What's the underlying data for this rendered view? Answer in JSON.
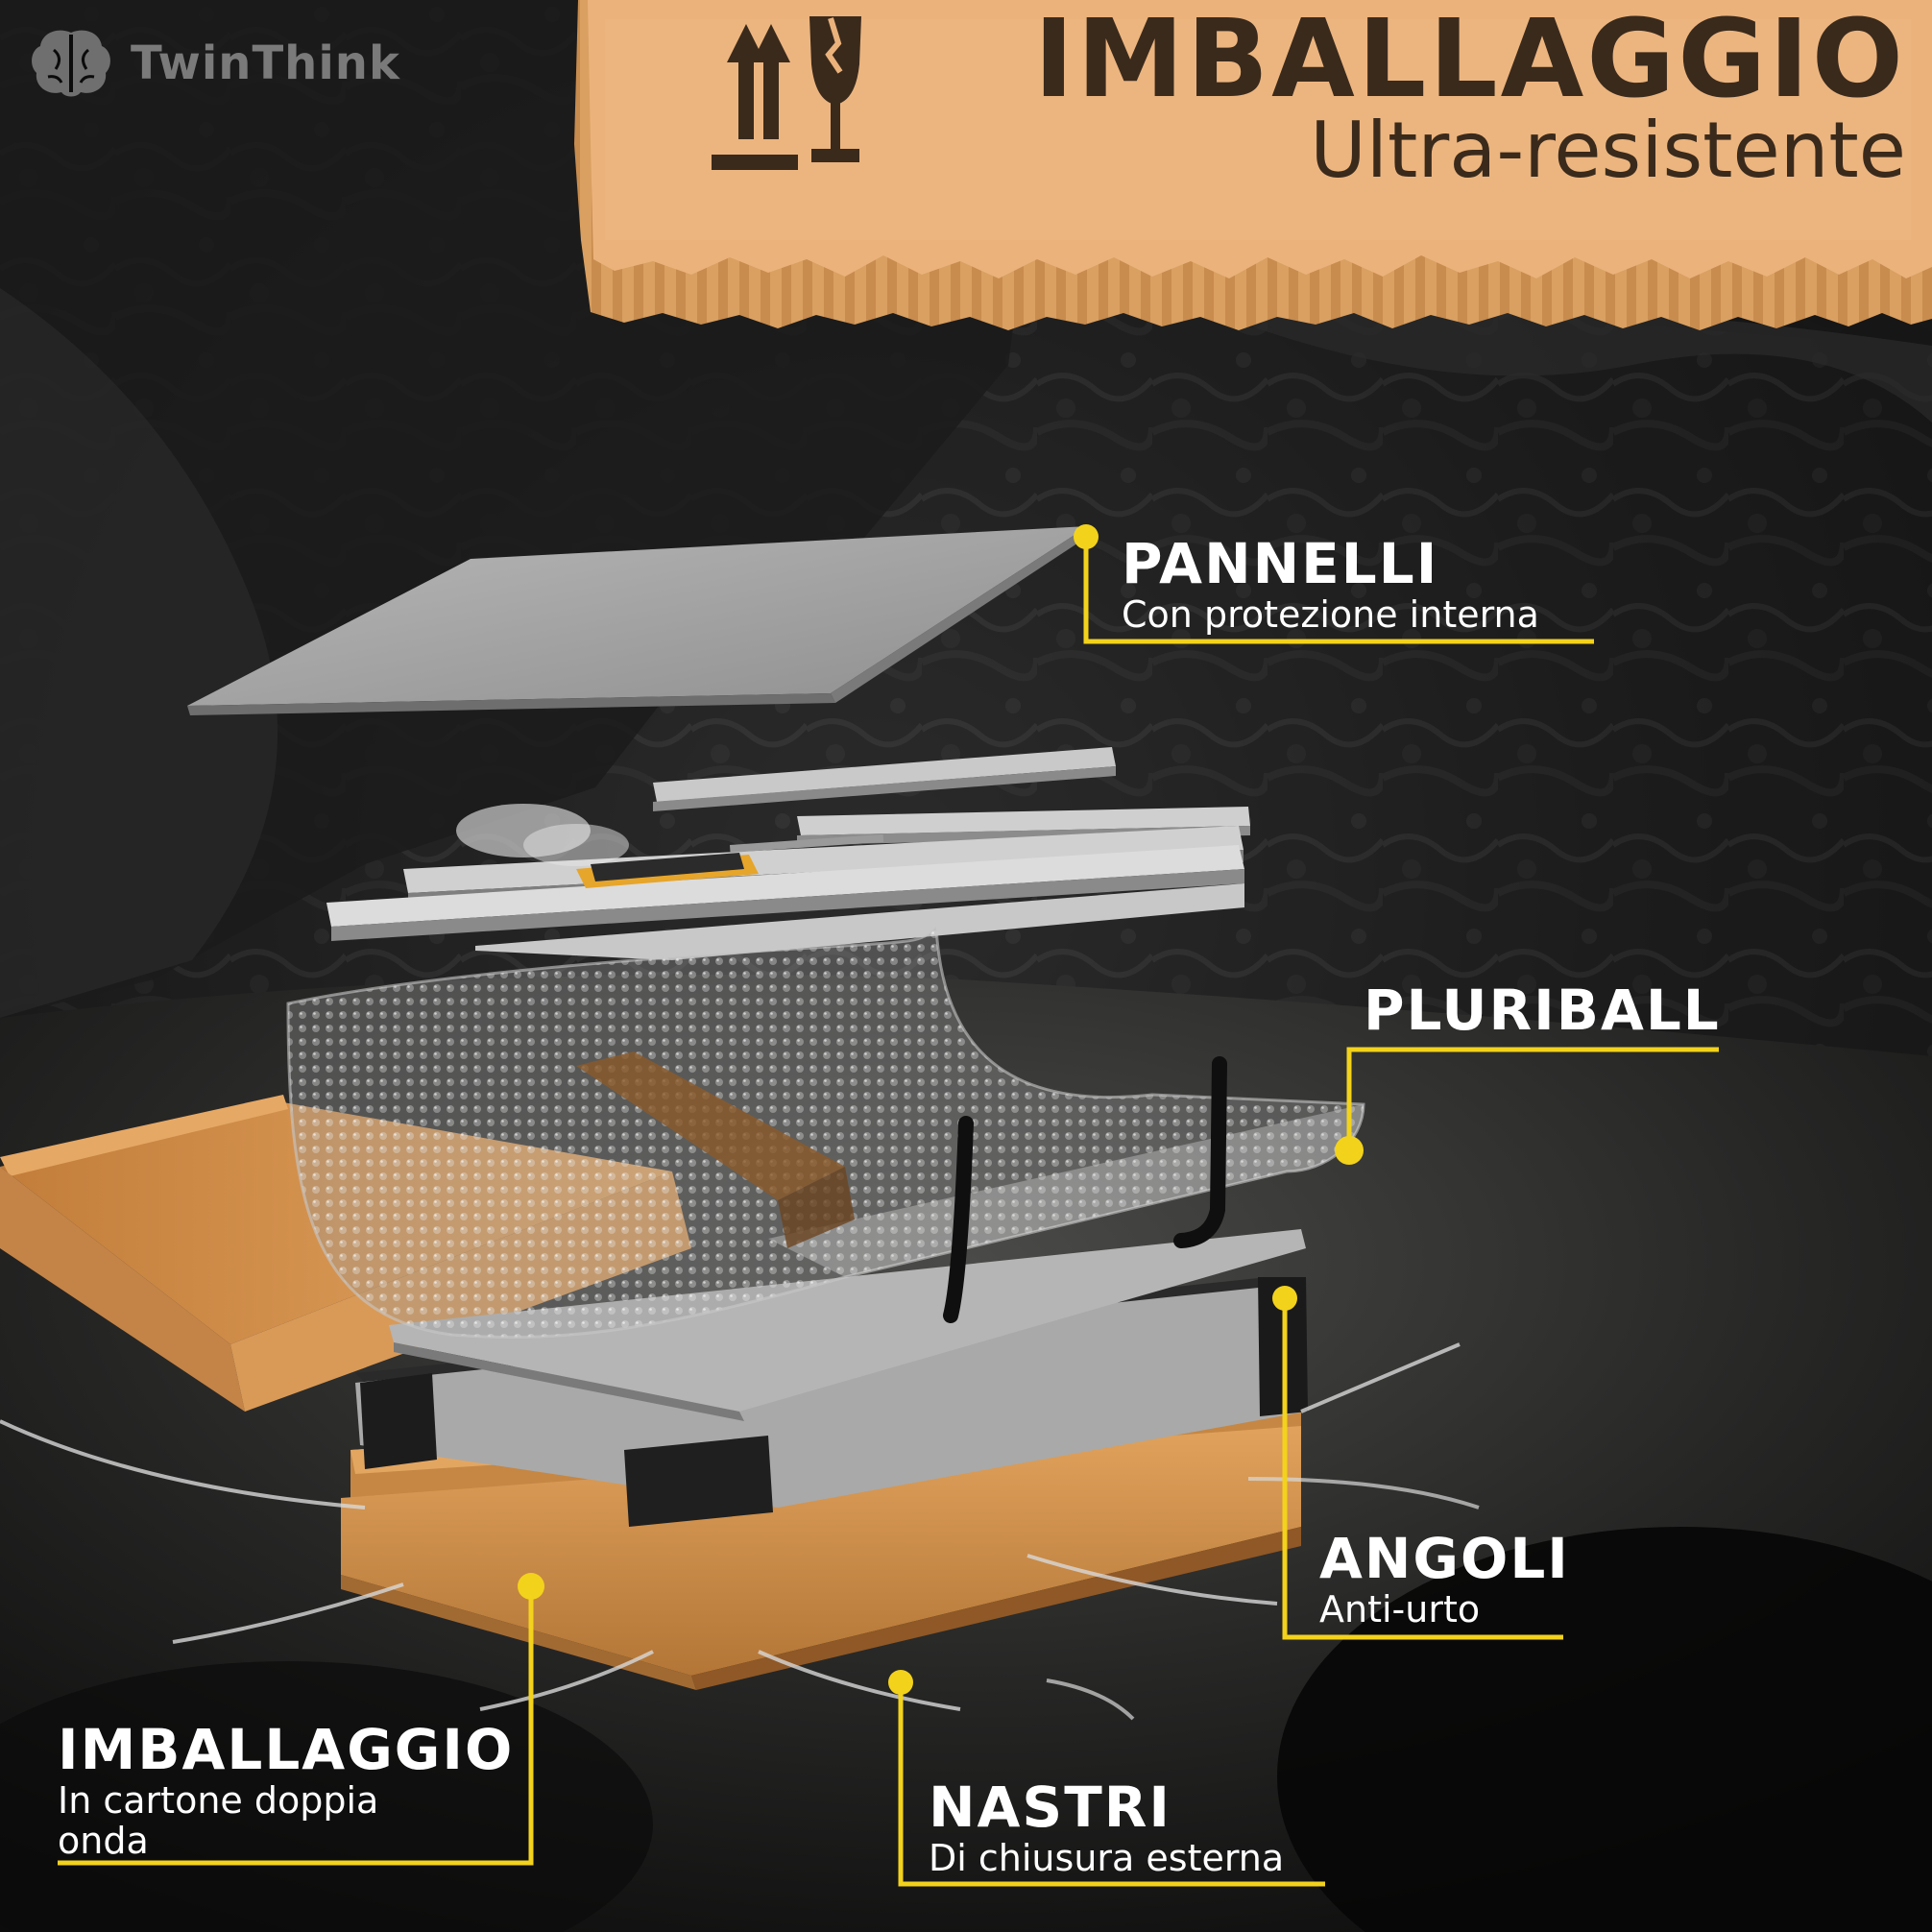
{
  "brand": {
    "name": "TwinThink",
    "icon": "brain-icon"
  },
  "header": {
    "title": "IMBALLAGGIO",
    "subtitle": "Ultra-resistente",
    "icons": [
      "this-way-up-arrows-icon",
      "fragile-glass-icon"
    ]
  },
  "callouts": {
    "pannelli": {
      "title": "PANNELLI",
      "subtitle": "Con protezione interna"
    },
    "pluriball": {
      "title": "PLURIBALL"
    },
    "angoli": {
      "title": "ANGOLI",
      "subtitle": "Anti-urto"
    },
    "imballaggio": {
      "title": "IMBALLAGGIO",
      "subtitle": "In cartone doppia onda"
    },
    "nastri": {
      "title": "NASTRI",
      "subtitle": "Di chiusura esterna"
    }
  },
  "colors": {
    "accent": "#f3d21c",
    "cardboard": "#e8a96b",
    "cardboard_dark": "#c48a4c",
    "box": "#d79b55",
    "text": "#ffffff",
    "title_text": "#3a2a1c",
    "background": "#0b0b0b"
  }
}
